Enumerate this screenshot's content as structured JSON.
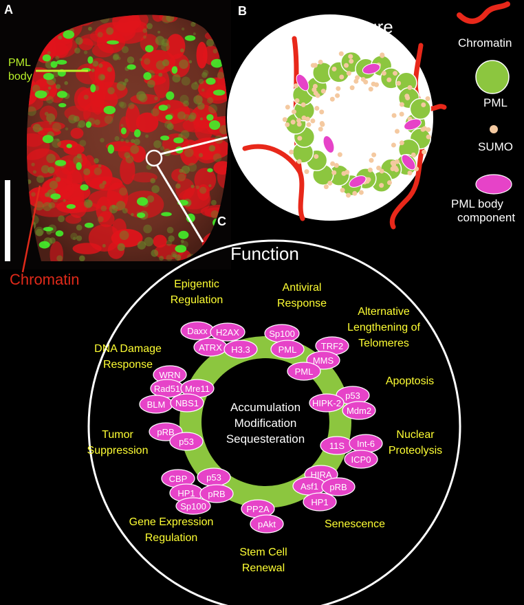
{
  "panels": {
    "a_letter": "A",
    "b_letter": "B",
    "c_letter": "C"
  },
  "panel_a": {
    "pml_body_line1": "PML",
    "pml_body_line2": "body",
    "chromatin_label": "Chromatin"
  },
  "panel_b": {
    "title": "Structure",
    "legend": {
      "chromatin": "Chromatin",
      "pml": "PML",
      "sumo": "SUMO",
      "component_line1": "PML body",
      "component_line2": "component"
    }
  },
  "panel_c": {
    "title": "Function",
    "center": [
      "Accumulation",
      "Modification",
      "Sequesteration"
    ],
    "functions": {
      "epigenetic": [
        "Epigentic",
        "Regulation"
      ],
      "antiviral": [
        "Antiviral",
        "Response"
      ],
      "alt": [
        "Alternative",
        "Lengthening of",
        "Telomeres"
      ],
      "dna": [
        "DNA Damage",
        "Response"
      ],
      "apoptosis": [
        "Apoptosis"
      ],
      "tumor": [
        "Tumor",
        "Suppression"
      ],
      "proteolysis": [
        "Nuclear",
        "Proteolysis"
      ],
      "gene": [
        "Gene Expression",
        "Regulation"
      ],
      "senescence": [
        "Senescence"
      ],
      "stemcell": [
        "Stem Cell",
        "Renewal"
      ]
    },
    "proteins": {
      "daxx": "Daxx",
      "h2ax": "H2AX",
      "atrx": "ATRX",
      "h33": "H3.3",
      "sp100_top": "Sp100",
      "pml_top": "PML",
      "trf2": "TRF2",
      "mms": "MMS",
      "pml_alt": "PML",
      "wrn": "WRN",
      "rad51": "Rad51",
      "mre11": "Mre11",
      "blm": "BLM",
      "nbs1": "NBS1",
      "p53_apop": "p53",
      "hipk2": "HIPK-2",
      "mdm2": "Mdm2",
      "prb_tumor": "pRB",
      "p53_tumor": "p53",
      "s11": "11S",
      "int6": "Int-6",
      "icp0": "ICP0",
      "cbp": "CBP",
      "p53_gene": "p53",
      "hp1_gene": "HP1",
      "prb_gene": "pRB",
      "sp100_gene": "Sp100",
      "hira": "HIRA",
      "asf1": "Asf1",
      "prb_sen": "pRB",
      "hp1_sen": "HP1",
      "pp2a": "PP2A",
      "pakt": "pAkt"
    }
  },
  "colors": {
    "chromatin": "#e8281a",
    "pml_green": "#8cc63f",
    "protein_magenta": "#e643c8",
    "sumo": "#f4c9a0",
    "label_yellow": "#ffff33"
  }
}
